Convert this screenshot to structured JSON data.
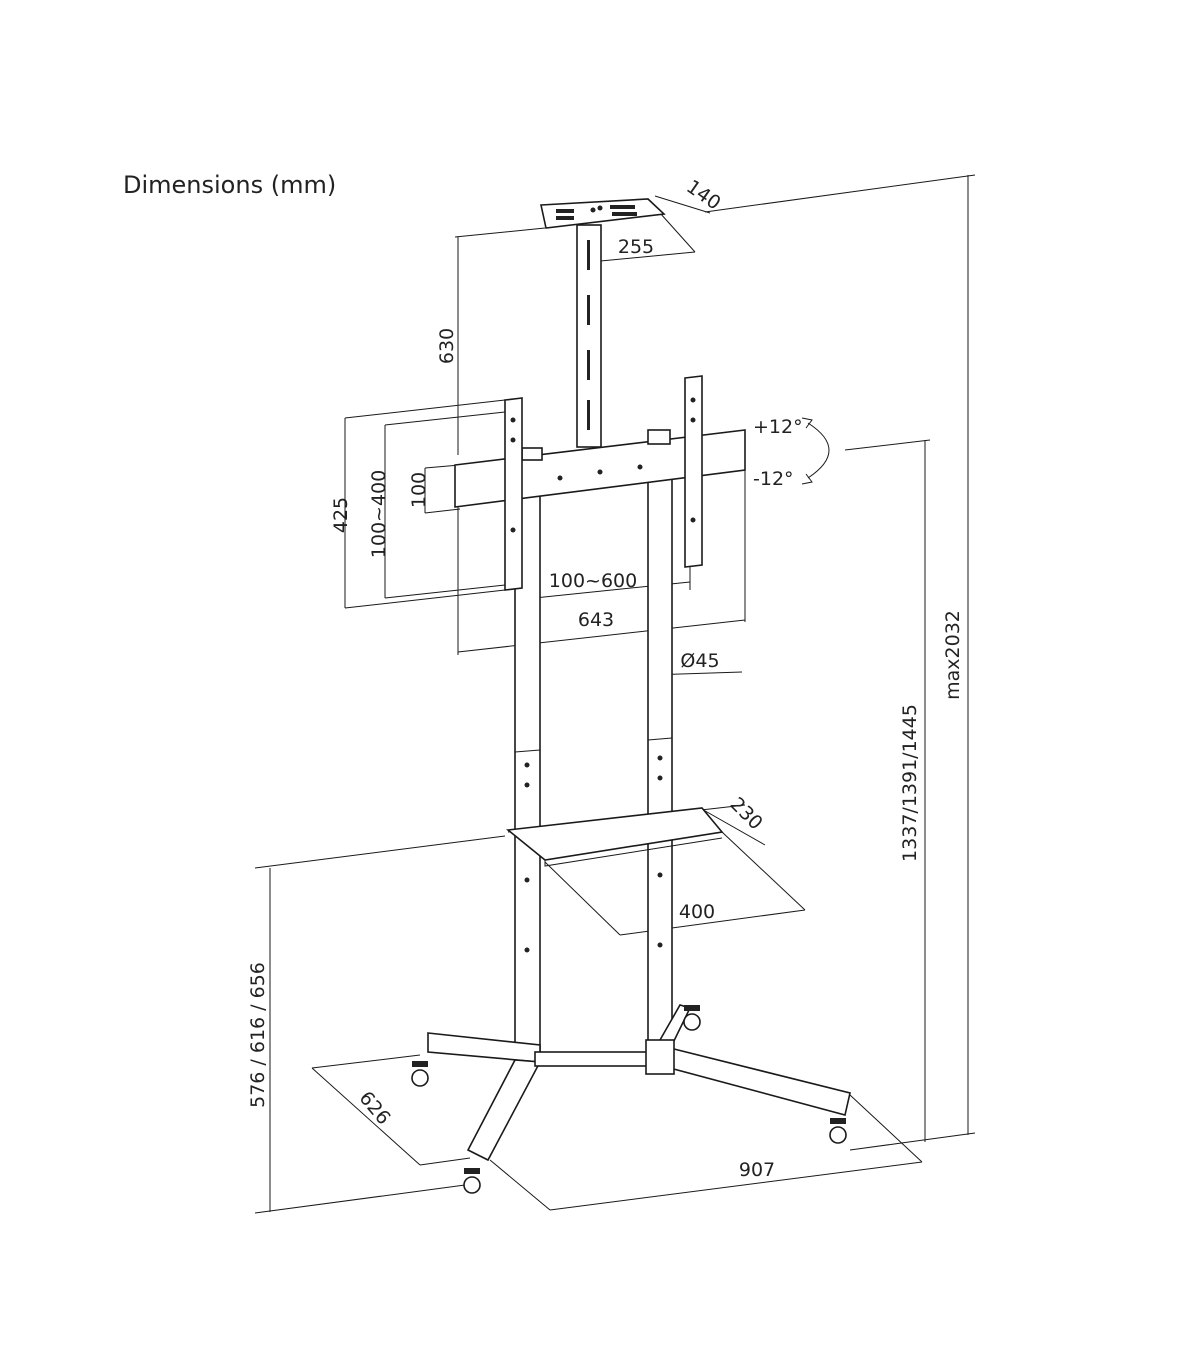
{
  "title": "Dimensions (mm)",
  "dimensions": {
    "top_shelf_depth": "140",
    "top_shelf_width": "255",
    "top_pole_height": "630",
    "tilt_up": "+12°",
    "tilt_down": "-12°",
    "bracket_height": "425",
    "vesa_vertical": "100~400",
    "crossbar_height": "100",
    "vesa_horizontal": "100~600",
    "bracket_width": "643",
    "pole_diameter": "Ø45",
    "max_height": "max2032",
    "mount_heights": "1337/1391/1445",
    "mid_shelf_depth": "230",
    "mid_shelf_width": "400",
    "mid_shelf_heights": "576 / 616 / 656",
    "base_depth": "626",
    "base_width": "907"
  }
}
